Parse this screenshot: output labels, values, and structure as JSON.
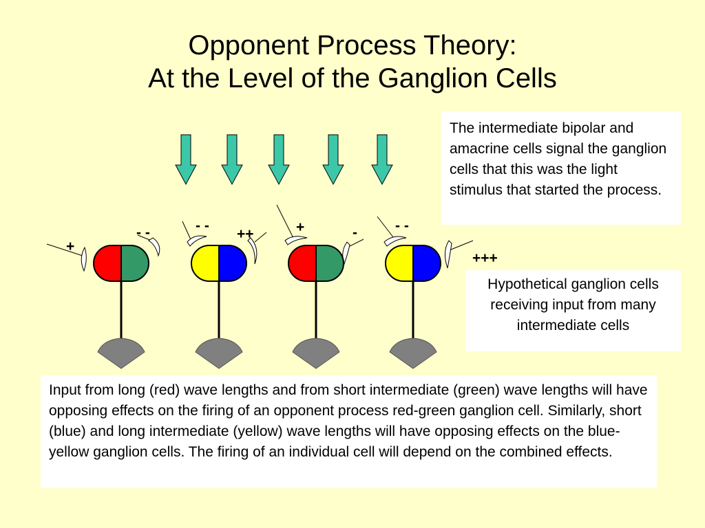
{
  "title": {
    "line1": "Opponent Process Theory:",
    "line2": "At the Level of the Ganglion Cells"
  },
  "notes": {
    "bipolar": "The intermediate bipolar and amacrine cells signal the ganglion cells that this was the light stimulus that started the process.",
    "hypothetical": "Hypothetical ganglion cells receiving input from many intermediate cells",
    "input": "Input from long (red) wave lengths and from short intermediate (green) wave lengths will have opposing effects on the firing of an opponent process red-green ganglion cell.  Similarly, short (blue) and long intermediate (yellow) wave lengths will have opposing effects on the blue-yellow ganglion cells.  The firing of an individual cell will depend on the combined effects."
  },
  "signs": {
    "s1": "+",
    "s2": "- -",
    "s3": "- -",
    "s4": "++",
    "s5": "+",
    "s6": "-",
    "s7": "- -",
    "s8": "+++"
  },
  "colors": {
    "background": "#ffffcc",
    "arrow": "#3cc8a8",
    "red": "#ff0000",
    "green": "#339966",
    "yellow": "#ffff00",
    "blue": "#0000ff",
    "terminal": "#808080"
  },
  "cells": [
    {
      "left": "red",
      "right": "green"
    },
    {
      "left": "yellow",
      "right": "blue"
    },
    {
      "left": "red",
      "right": "green"
    },
    {
      "left": "yellow",
      "right": "blue"
    }
  ],
  "arrow_count": 5
}
